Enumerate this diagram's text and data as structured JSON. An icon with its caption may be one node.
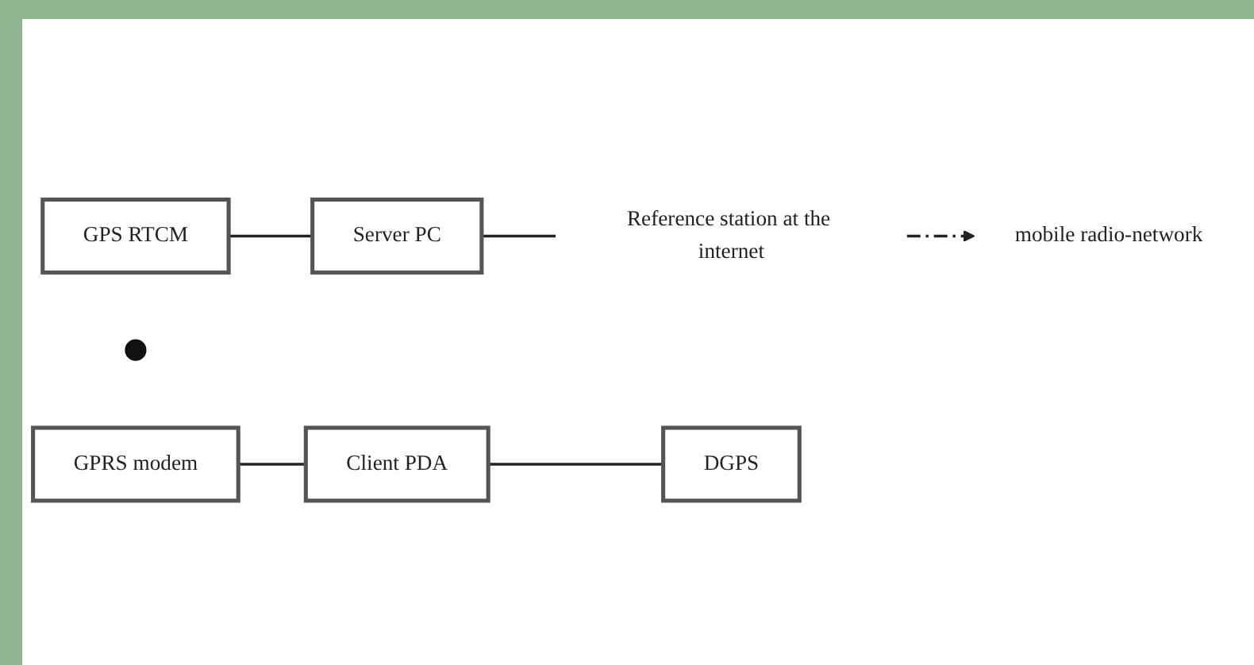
{
  "diagram": {
    "nodes": [
      {
        "text": [
          "GPS RTCM"
        ]
      },
      {
        "text": [
          "Server PC"
        ]
      },
      {
        "text": [
          "Reference station at the internet"
        ]
      },
      {
        "text": [
          "mobile radio-network"
        ]
      },
      {
        "text": [],
        "shape": "circle"
      },
      {
        "text": [
          "GPRS modem"
        ]
      },
      {
        "text": [
          "Client PDA"
        ]
      },
      {
        "text": [
          "DGPS"
        ]
      }
    ],
    "edges": [
      {
        "from": 0,
        "to": 1,
        "arrow": "none"
      },
      {
        "from": 1,
        "to": 2,
        "arrow": "none"
      },
      {
        "from": 2,
        "to": 3,
        "arrow": "to",
        "style": "dashed"
      },
      {
        "from": 5,
        "to": 6,
        "arrow": "none"
      },
      {
        "from": 6,
        "to": 7,
        "arrow": "none"
      }
    ]
  }
}
